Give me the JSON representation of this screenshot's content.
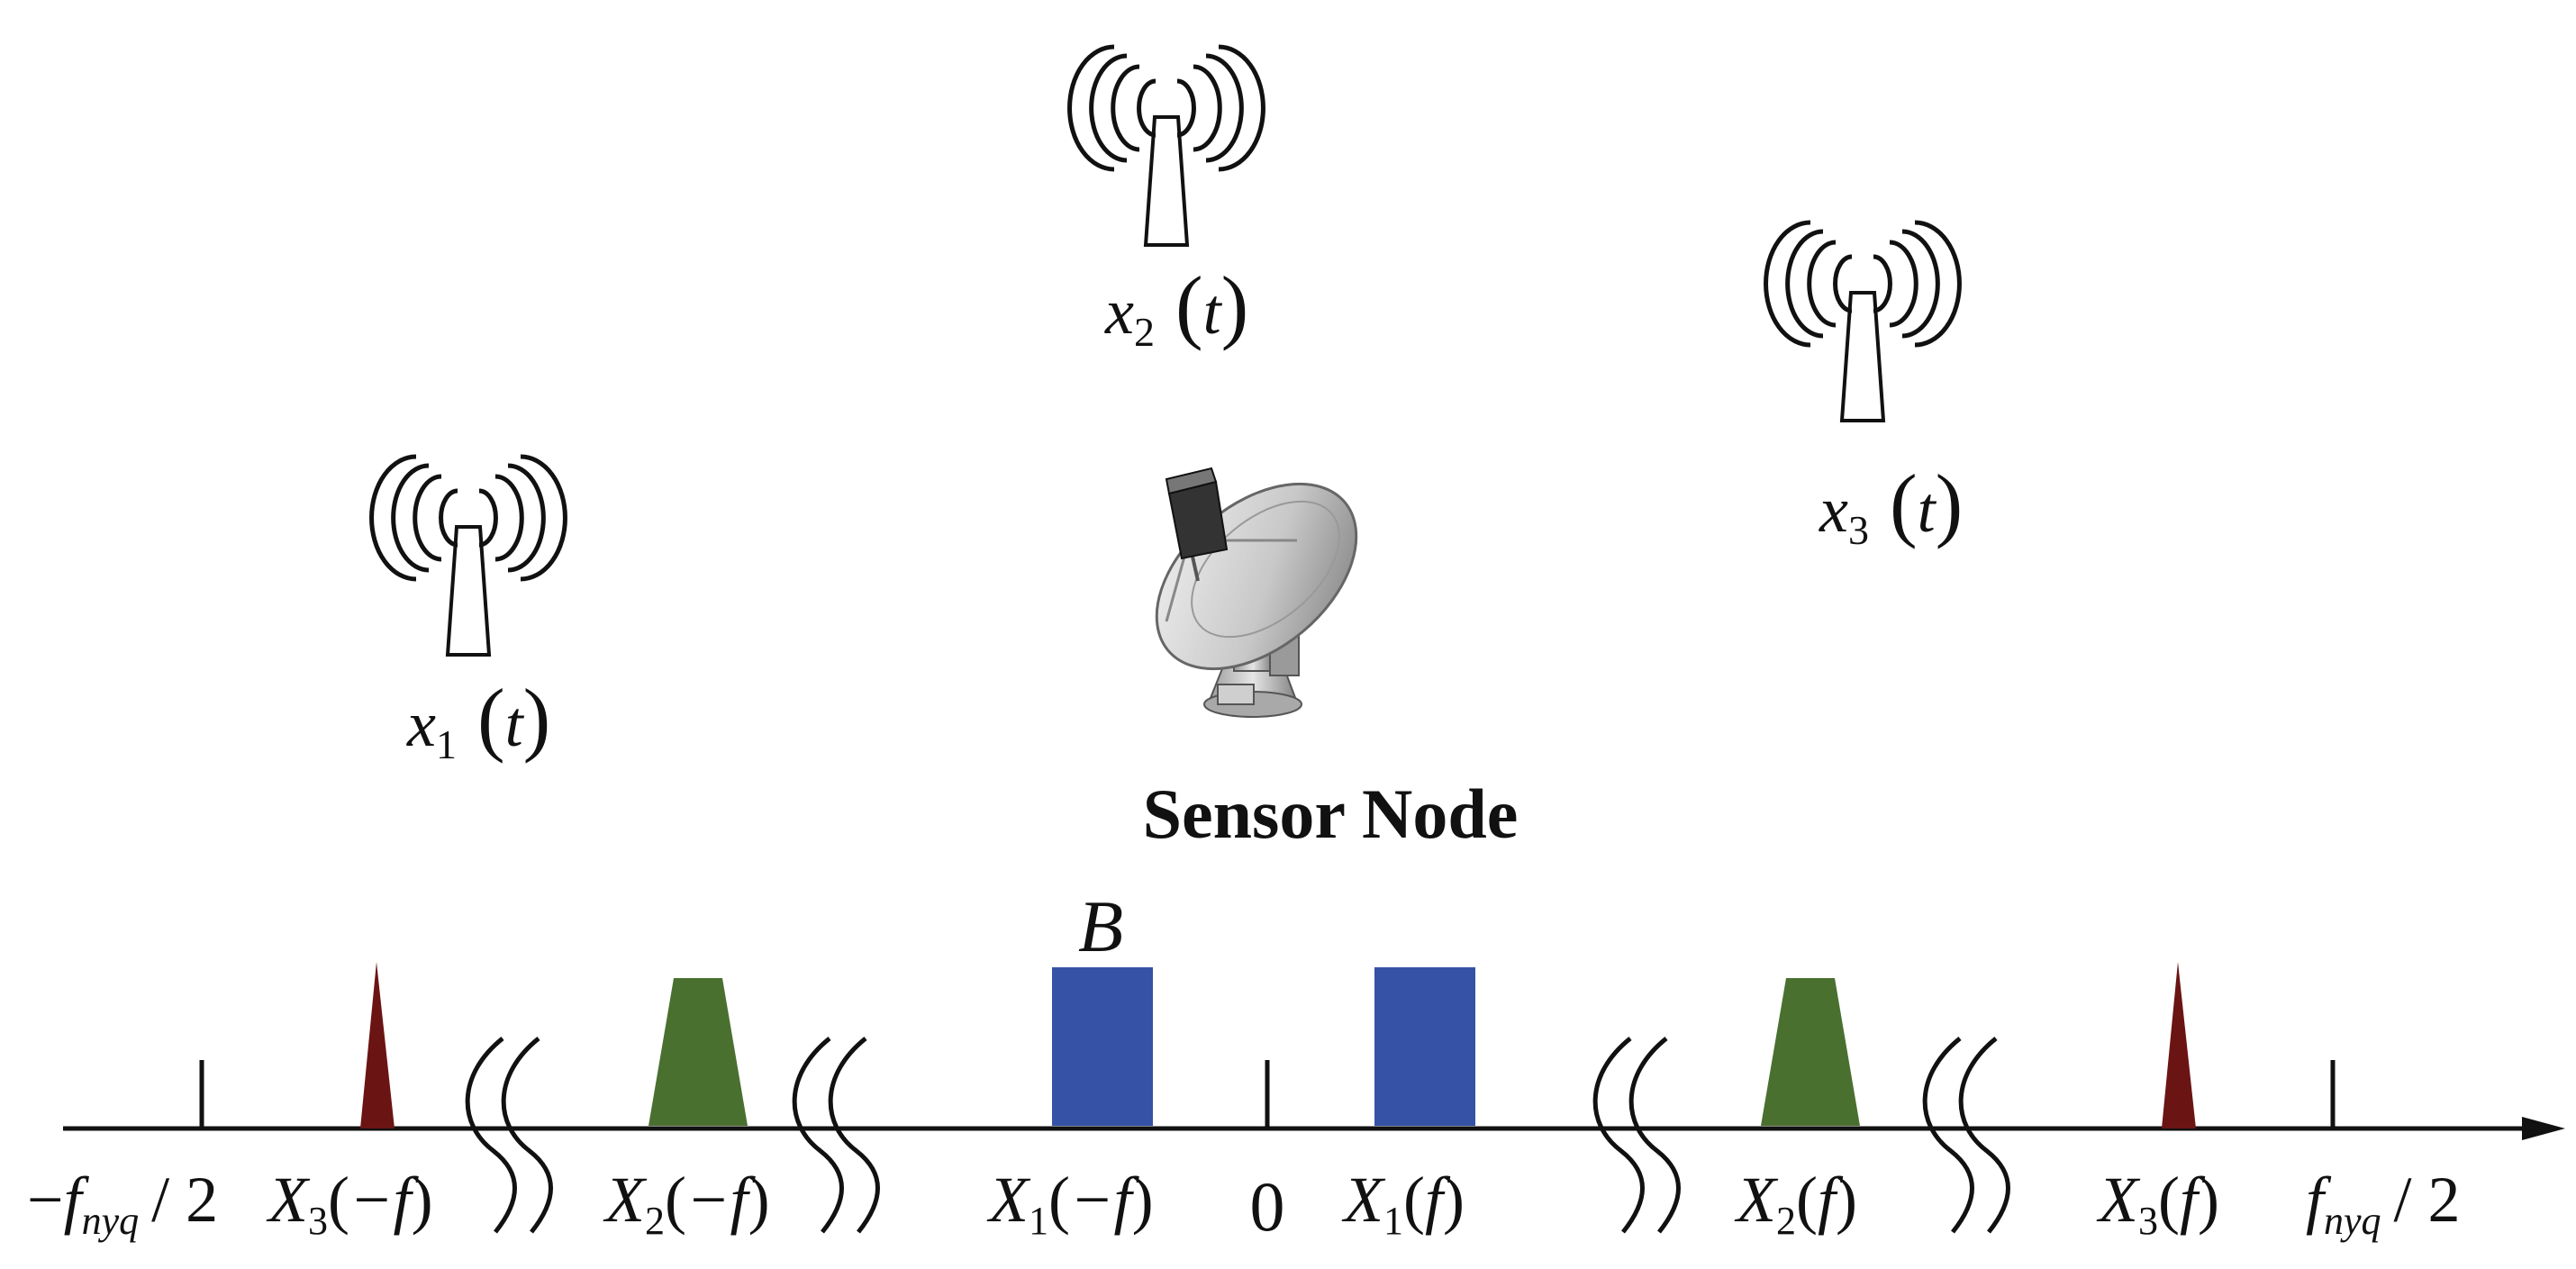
{
  "title": "Sensor Node",
  "bandwidth_label": "B",
  "colors": {
    "band1": "#3552a6",
    "band2": "#4a7030",
    "band3": "#6b1414",
    "ink": "#111111"
  },
  "transmitters": [
    {
      "name": "x",
      "sub": "1",
      "arg": "t"
    },
    {
      "name": "x",
      "sub": "2",
      "arg": "t"
    },
    {
      "name": "x",
      "sub": "3",
      "arg": "t"
    }
  ],
  "axis": {
    "left_edge": {
      "sign": "−",
      "f": "f",
      "sub": "nyq",
      "rest": "/ 2"
    },
    "zero": "0",
    "right_edge": {
      "f": "f",
      "sub": "nyq",
      "rest": "/ 2"
    }
  },
  "spectra": [
    {
      "fn": "X",
      "sub": "3",
      "arg": "−f"
    },
    {
      "fn": "X",
      "sub": "2",
      "arg": "−f"
    },
    {
      "fn": "X",
      "sub": "1",
      "arg": "−f"
    },
    {
      "fn": "X",
      "sub": "1",
      "arg": "f"
    },
    {
      "fn": "X",
      "sub": "2",
      "arg": "f"
    },
    {
      "fn": "X",
      "sub": "3",
      "arg": "f"
    }
  ],
  "icons": {
    "transmitter": "radio-tower-icon",
    "receiver": "satellite-dish-icon"
  }
}
